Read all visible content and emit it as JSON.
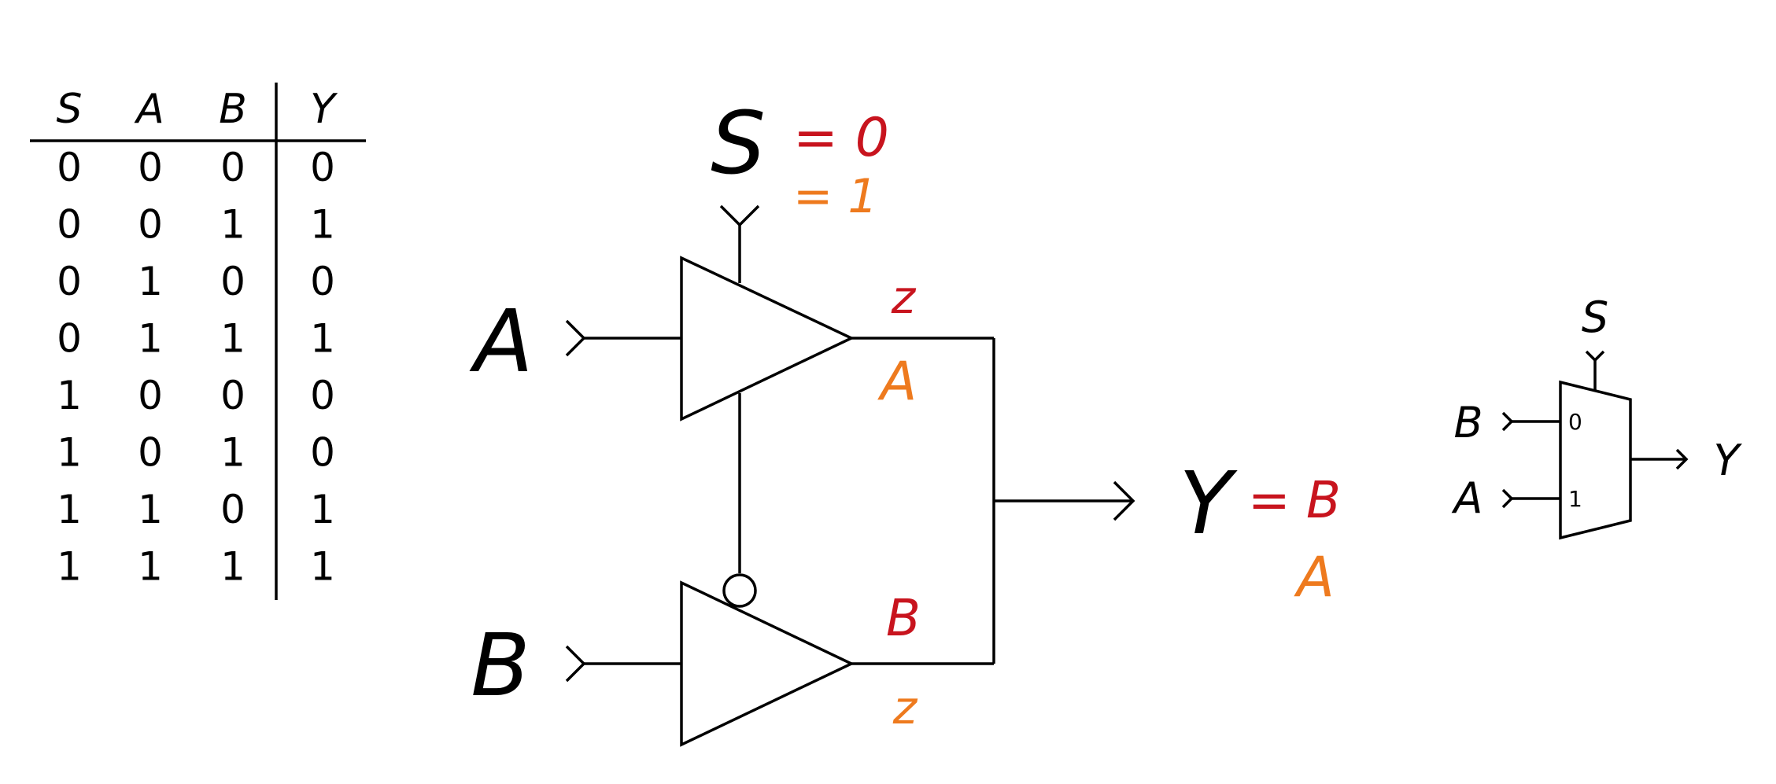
{
  "truth_table": {
    "headers": [
      "S",
      "A",
      "B",
      "Y"
    ],
    "rows": [
      [
        "0",
        "0",
        "0",
        "0"
      ],
      [
        "0",
        "0",
        "1",
        "1"
      ],
      [
        "0",
        "1",
        "0",
        "0"
      ],
      [
        "0",
        "1",
        "1",
        "1"
      ],
      [
        "1",
        "0",
        "0",
        "0"
      ],
      [
        "1",
        "0",
        "1",
        "0"
      ],
      [
        "1",
        "1",
        "0",
        "1"
      ],
      [
        "1",
        "1",
        "1",
        "1"
      ]
    ]
  },
  "circuit": {
    "select_label": "S",
    "input_a_label": "A",
    "input_b_label": "B",
    "output_label": "Y"
  },
  "annotations": {
    "select_eq_zero": "= 0",
    "select_eq_one": "= 1",
    "gate_a_out_when_s0": "z",
    "gate_a_out_when_s1": "A",
    "gate_b_out_when_s0": "B",
    "gate_b_out_when_s1": "z",
    "y_eq_when_s0": "= B",
    "y_eq_when_s1": "A"
  },
  "mux_symbol": {
    "select_label": "S",
    "input_b_label": "B",
    "input_a_label": "A",
    "output_label": "Y",
    "port_0": "0",
    "port_1": "1"
  },
  "colors": {
    "annotation_red": "#c8141e",
    "annotation_orange": "#ee7a1e",
    "ink": "#000000"
  }
}
